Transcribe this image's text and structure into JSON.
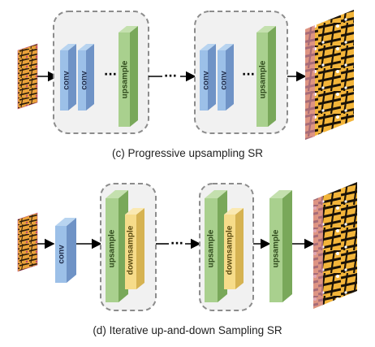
{
  "captions": {
    "c": "(c) Progressive upsampling SR",
    "d": "(d) Iterative up-and-down Sampling SR"
  },
  "blocks": {
    "conv": "conv",
    "upsample": "upsample",
    "downsample": "downsample"
  },
  "colors": {
    "conv_front": "#9cc0e8",
    "conv_side": "#6f93c6",
    "upsample_front": "#a9d08e",
    "upsample_side": "#79a85a",
    "downsample_front": "#f6dc8a",
    "downsample_side": "#d6b352",
    "group_fill": "#f1f1f1",
    "group_border": "#8c8c8c"
  },
  "icons": {
    "lr_image": "butterfly-wing-thumbnail",
    "hr_image": "butterfly-wing-large"
  }
}
